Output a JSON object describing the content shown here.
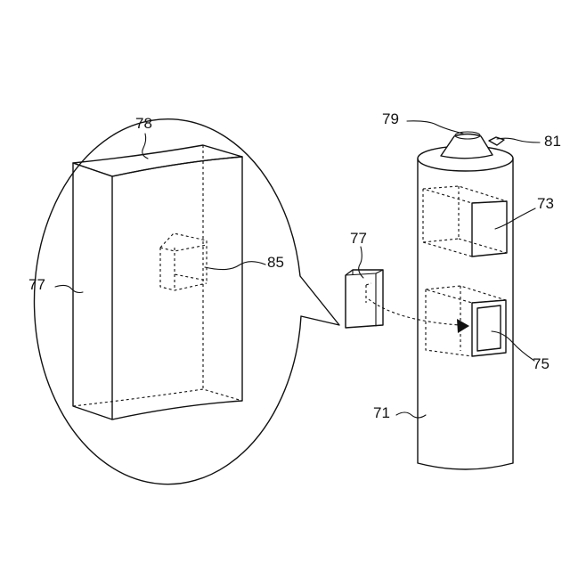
{
  "labels": {
    "ref_77_left": "77",
    "ref_78": "78",
    "ref_85": "85",
    "ref_77_mid": "77",
    "ref_79": "79",
    "ref_81": "81",
    "ref_73": "73",
    "ref_75": "75",
    "ref_71": "71"
  }
}
